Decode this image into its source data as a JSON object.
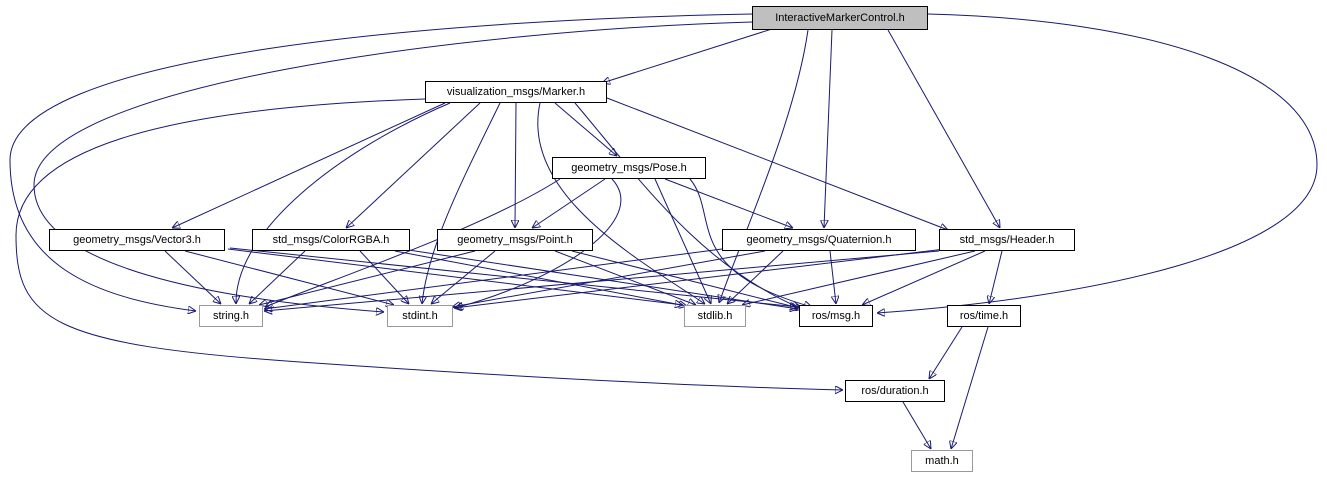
{
  "diagram": {
    "type": "include-dependency-graph",
    "root": "InteractiveMarkerControl.h",
    "nodes": [
      {
        "id": "interactive",
        "label": "InteractiveMarkerControl.h",
        "kind": "root"
      },
      {
        "id": "marker",
        "label": "visualization_msgs/Marker.h",
        "kind": "linked"
      },
      {
        "id": "pose",
        "label": "geometry_msgs/Pose.h",
        "kind": "linked"
      },
      {
        "id": "vector3",
        "label": "geometry_msgs/Vector3.h",
        "kind": "linked"
      },
      {
        "id": "colorrgba",
        "label": "std_msgs/ColorRGBA.h",
        "kind": "linked"
      },
      {
        "id": "point",
        "label": "geometry_msgs/Point.h",
        "kind": "linked"
      },
      {
        "id": "quaternion",
        "label": "geometry_msgs/Quaternion.h",
        "kind": "linked"
      },
      {
        "id": "header",
        "label": "std_msgs/Header.h",
        "kind": "linked"
      },
      {
        "id": "string",
        "label": "string.h",
        "kind": "plain"
      },
      {
        "id": "stdint",
        "label": "stdint.h",
        "kind": "plain"
      },
      {
        "id": "stdlib",
        "label": "stdlib.h",
        "kind": "plain"
      },
      {
        "id": "rosmsg",
        "label": "ros/msg.h",
        "kind": "linked"
      },
      {
        "id": "rostime",
        "label": "ros/time.h",
        "kind": "linked"
      },
      {
        "id": "rosduration",
        "label": "ros/duration.h",
        "kind": "linked"
      },
      {
        "id": "math",
        "label": "math.h",
        "kind": "plain"
      }
    ],
    "edges": [
      [
        "interactive",
        "marker"
      ],
      [
        "interactive",
        "quaternion"
      ],
      [
        "interactive",
        "header"
      ],
      [
        "interactive",
        "rosmsg"
      ],
      [
        "interactive",
        "string"
      ],
      [
        "interactive",
        "stdint"
      ],
      [
        "interactive",
        "stdlib"
      ],
      [
        "marker",
        "pose"
      ],
      [
        "marker",
        "vector3"
      ],
      [
        "marker",
        "colorrgba"
      ],
      [
        "marker",
        "point"
      ],
      [
        "marker",
        "header"
      ],
      [
        "marker",
        "rosduration"
      ],
      [
        "marker",
        "string"
      ],
      [
        "marker",
        "stdint"
      ],
      [
        "marker",
        "stdlib"
      ],
      [
        "marker",
        "rosmsg"
      ],
      [
        "pose",
        "point"
      ],
      [
        "pose",
        "quaternion"
      ],
      [
        "pose",
        "string"
      ],
      [
        "pose",
        "stdint"
      ],
      [
        "pose",
        "stdlib"
      ],
      [
        "pose",
        "rosmsg"
      ],
      [
        "vector3",
        "string"
      ],
      [
        "vector3",
        "stdint"
      ],
      [
        "vector3",
        "stdlib"
      ],
      [
        "vector3",
        "rosmsg"
      ],
      [
        "colorrgba",
        "string"
      ],
      [
        "colorrgba",
        "stdint"
      ],
      [
        "colorrgba",
        "stdlib"
      ],
      [
        "colorrgba",
        "rosmsg"
      ],
      [
        "point",
        "string"
      ],
      [
        "point",
        "stdint"
      ],
      [
        "point",
        "stdlib"
      ],
      [
        "point",
        "rosmsg"
      ],
      [
        "quaternion",
        "string"
      ],
      [
        "quaternion",
        "stdint"
      ],
      [
        "quaternion",
        "stdlib"
      ],
      [
        "quaternion",
        "rosmsg"
      ],
      [
        "header",
        "string"
      ],
      [
        "header",
        "stdint"
      ],
      [
        "header",
        "stdlib"
      ],
      [
        "header",
        "rosmsg"
      ],
      [
        "header",
        "rostime"
      ],
      [
        "rostime",
        "rosduration"
      ],
      [
        "rostime",
        "math"
      ],
      [
        "rosduration",
        "math"
      ]
    ],
    "colors": {
      "edge": "#191970",
      "root_fill": "#bfbfbf",
      "node_fill": "#ffffff",
      "linked_border": "#000000",
      "plain_border": "#9a9a9a",
      "text": "#000000",
      "background": "#ffffff"
    }
  }
}
